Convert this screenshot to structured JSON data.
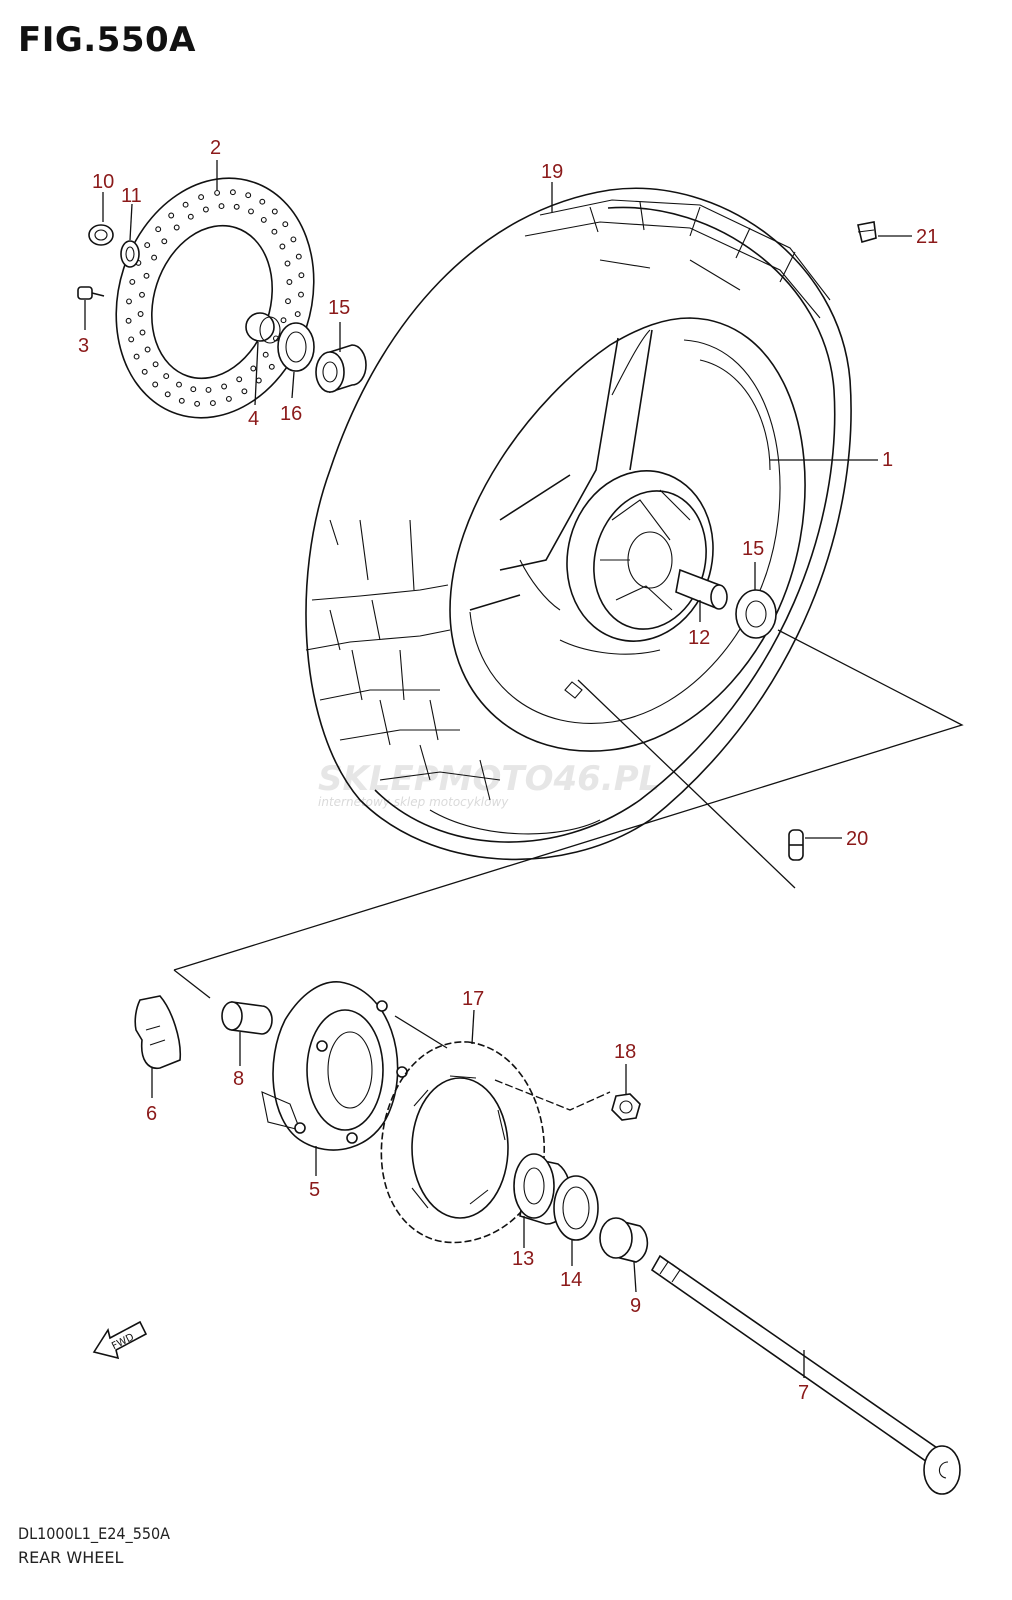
{
  "figure": {
    "title": "FIG.550A",
    "model_code": "DL1000L1_E24_550A",
    "name": "REAR WHEEL"
  },
  "watermark": {
    "brand": "SKLEPMOTO46.PL",
    "tagline": "internetowy sklep motocyklowy"
  },
  "fwd_arrow": {
    "label": "FWD"
  },
  "part_labels": [
    {
      "id": "p1",
      "text": "1"
    },
    {
      "id": "p2",
      "text": "2"
    },
    {
      "id": "p3",
      "text": "3"
    },
    {
      "id": "p4",
      "text": "4"
    },
    {
      "id": "p5",
      "text": "5"
    },
    {
      "id": "p6",
      "text": "6"
    },
    {
      "id": "p7",
      "text": "7"
    },
    {
      "id": "p8",
      "text": "8"
    },
    {
      "id": "p9",
      "text": "9"
    },
    {
      "id": "p10",
      "text": "10"
    },
    {
      "id": "p11",
      "text": "11"
    },
    {
      "id": "p12",
      "text": "12"
    },
    {
      "id": "p13",
      "text": "13"
    },
    {
      "id": "p14",
      "text": "14"
    },
    {
      "id": "p15a",
      "text": "15"
    },
    {
      "id": "p15b",
      "text": "15"
    },
    {
      "id": "p16",
      "text": "16"
    },
    {
      "id": "p17",
      "text": "17"
    },
    {
      "id": "p18",
      "text": "18"
    },
    {
      "id": "p19",
      "text": "19"
    },
    {
      "id": "p20",
      "text": "20"
    },
    {
      "id": "p21",
      "text": "21"
    }
  ],
  "colors": {
    "label": "#8b1a1a",
    "line": "#111111",
    "watermark_accent": "#e05050"
  }
}
